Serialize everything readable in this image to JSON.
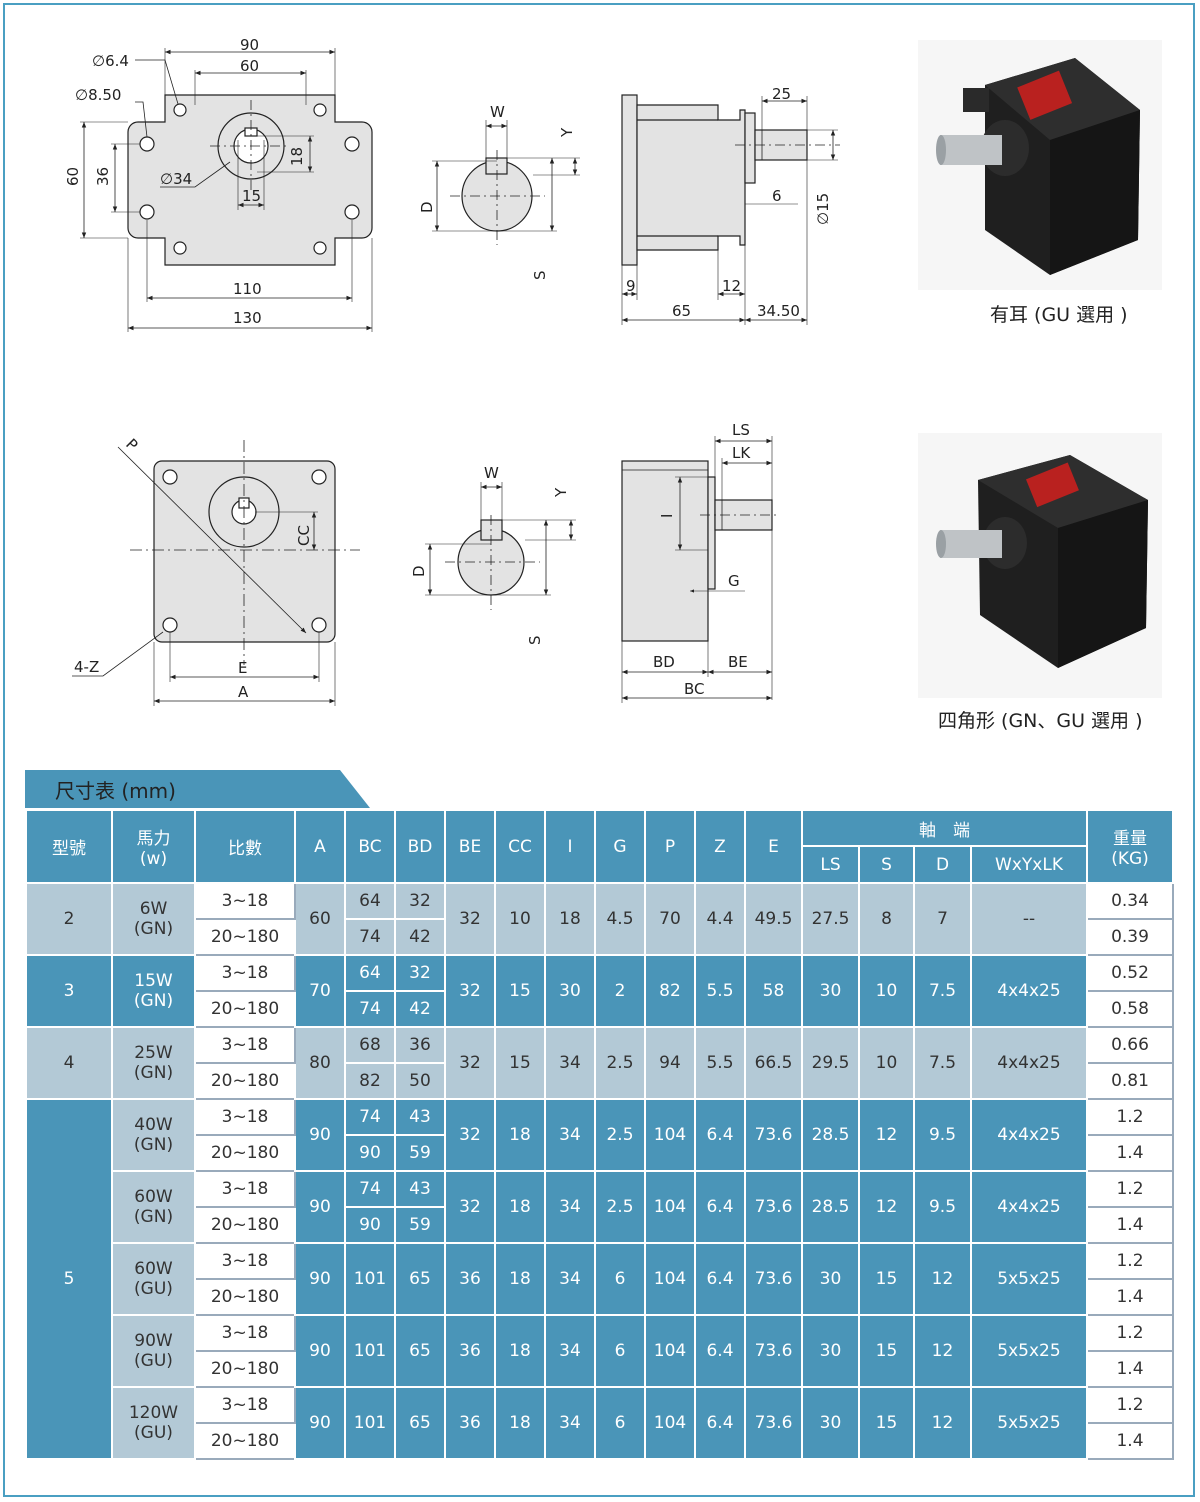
{
  "labels": {
    "top_front": {
      "d_outer_hole": "∅6.4",
      "d_inner_hole": "∅8.50",
      "w90": "90",
      "w60": "60",
      "h60": "60",
      "h36": "36",
      "boss": "∅34",
      "key18": "18",
      "key15": "15",
      "w110": "110",
      "w130": "130"
    },
    "top_shaft": {
      "w": "W",
      "y": "Y",
      "d": "D",
      "s": "S"
    },
    "top_side": {
      "l25": "25",
      "l6": "6",
      "d15": "∅15",
      "l9": "9",
      "l12": "12",
      "l65": "65",
      "l34": "34.50"
    },
    "bottom_front": {
      "p": "P",
      "cc": "CC",
      "z": "4-Z",
      "e": "E",
      "a": "A"
    },
    "bottom_shaft": {
      "w": "W",
      "y": "Y",
      "d": "D",
      "s": "S"
    },
    "bottom_side": {
      "ls": "LS",
      "lk": "LK",
      "i": "I",
      "g": "G",
      "bd": "BD",
      "be": "BE",
      "bc": "BC"
    }
  },
  "photo_top_caption": "有耳 (GU 選用 )",
  "photo_bottom_caption": "四角形 (GN、GU 選用 )",
  "table_title": "尺寸表 (mm)",
  "table": {
    "headers": {
      "model": "型號",
      "power": "馬力",
      "power_unit": "(w)",
      "ratio": "比數",
      "a": "A",
      "bc": "BC",
      "bd": "BD",
      "be": "BE",
      "cc": "CC",
      "i": "I",
      "g": "G",
      "p": "P",
      "z": "Z",
      "e": "E",
      "shaft": "軸　端",
      "ls": "LS",
      "s": "S",
      "d": "D",
      "key": "WxYxLK",
      "weight": "重量",
      "weight_unit": "(KG)"
    },
    "ratio_low": "3~18",
    "ratio_high": "20~180",
    "rows": [
      {
        "model": "2",
        "power": "6W",
        "type": "(GN)",
        "a": "60",
        "bc": [
          "64",
          "74"
        ],
        "bd": [
          "32",
          "42"
        ],
        "be": "32",
        "cc": "10",
        "i": "18",
        "g": "4.5",
        "p": "70",
        "z": "4.4",
        "e": "49.5",
        "ls": "27.5",
        "s": "8",
        "d": "7",
        "key": "--",
        "wt": [
          "0.34",
          "0.39"
        ]
      },
      {
        "model": "3",
        "power": "15W",
        "type": "(GN)",
        "a": "70",
        "bc": [
          "64",
          "74"
        ],
        "bd": [
          "32",
          "42"
        ],
        "be": "32",
        "cc": "15",
        "i": "30",
        "g": "2",
        "p": "82",
        "z": "5.5",
        "e": "58",
        "ls": "30",
        "s": "10",
        "d": "7.5",
        "key": "4x4x25",
        "wt": [
          "0.52",
          "0.58"
        ]
      },
      {
        "model": "4",
        "power": "25W",
        "type": "(GN)",
        "a": "80",
        "bc": [
          "68",
          "82"
        ],
        "bd": [
          "36",
          "50"
        ],
        "be": "32",
        "cc": "15",
        "i": "34",
        "g": "2.5",
        "p": "94",
        "z": "5.5",
        "e": "66.5",
        "ls": "29.5",
        "s": "10",
        "d": "7.5",
        "key": "4x4x25",
        "wt": [
          "0.66",
          "0.81"
        ]
      },
      {
        "model": "5",
        "power": "40W",
        "type": "(GN)",
        "a": "90",
        "bc": [
          "74",
          "90"
        ],
        "bd": [
          "43",
          "59"
        ],
        "be": "32",
        "cc": "18",
        "i": "34",
        "g": "2.5",
        "p": "104",
        "z": "6.4",
        "e": "73.6",
        "ls": "28.5",
        "s": "12",
        "d": "9.5",
        "key": "4x4x25",
        "wt": [
          "1.2",
          "1.4"
        ]
      },
      {
        "model": "5",
        "power": "60W",
        "type": "(GN)",
        "a": "90",
        "bc": [
          "74",
          "90"
        ],
        "bd": [
          "43",
          "59"
        ],
        "be": "32",
        "cc": "18",
        "i": "34",
        "g": "2.5",
        "p": "104",
        "z": "6.4",
        "e": "73.6",
        "ls": "28.5",
        "s": "12",
        "d": "9.5",
        "key": "4x4x25",
        "wt": [
          "1.2",
          "1.4"
        ]
      },
      {
        "model": "5",
        "power": "60W",
        "type": "(GU)",
        "a": "90",
        "bc": [
          "101"
        ],
        "bd": [
          "65"
        ],
        "be": "36",
        "cc": "18",
        "i": "34",
        "g": "6",
        "p": "104",
        "z": "6.4",
        "e": "73.6",
        "ls": "30",
        "s": "15",
        "d": "12",
        "key": "5x5x25",
        "wt": [
          "1.2",
          "1.4"
        ]
      },
      {
        "model": "5",
        "power": "90W",
        "type": "(GU)",
        "a": "90",
        "bc": [
          "101"
        ],
        "bd": [
          "65"
        ],
        "be": "36",
        "cc": "18",
        "i": "34",
        "g": "6",
        "p": "104",
        "z": "6.4",
        "e": "73.6",
        "ls": "30",
        "s": "15",
        "d": "12",
        "key": "5x5x25",
        "wt": [
          "1.2",
          "1.4"
        ]
      },
      {
        "model": "5",
        "power": "120W",
        "type": "(GU)",
        "a": "90",
        "bc": [
          "101"
        ],
        "bd": [
          "65"
        ],
        "be": "36",
        "cc": "18",
        "i": "34",
        "g": "6",
        "p": "104",
        "z": "6.4",
        "e": "73.6",
        "ls": "30",
        "s": "15",
        "d": "12",
        "key": "5x5x25",
        "wt": [
          "1.2",
          "1.4"
        ]
      }
    ]
  },
  "colors": {
    "frame": "#4a9fc2",
    "header": "#4a95b8",
    "row_light": "#b3c9d6",
    "part_fill": "#e3e3e3"
  }
}
